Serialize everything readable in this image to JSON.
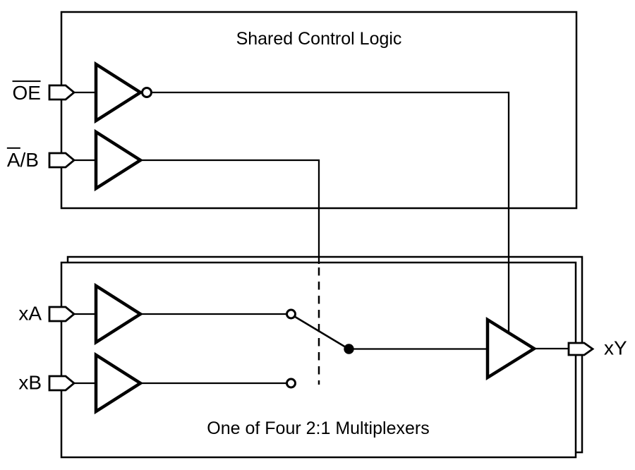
{
  "titles": {
    "shared_control": "Shared Control Logic",
    "mux": "One of Four 2:1 Multiplexers"
  },
  "labels": {
    "oe": "OE",
    "ab_overlined_part": "A",
    "ab_rest": "/B",
    "xa": "xA",
    "xb": "xB",
    "xy": "xY"
  },
  "icons": {
    "oe_gate": "inverter-triangle-with-bubble",
    "ab_gate": "buffer-triangle",
    "xa_gate": "buffer-triangle",
    "xb_gate": "buffer-triangle",
    "output_gate": "tristate-buffer-triangle",
    "switch": "spdt-switch-open-contacts",
    "pins": "pentagon-pin-connector"
  },
  "colors": {
    "line": "#000000",
    "background": "#ffffff"
  }
}
